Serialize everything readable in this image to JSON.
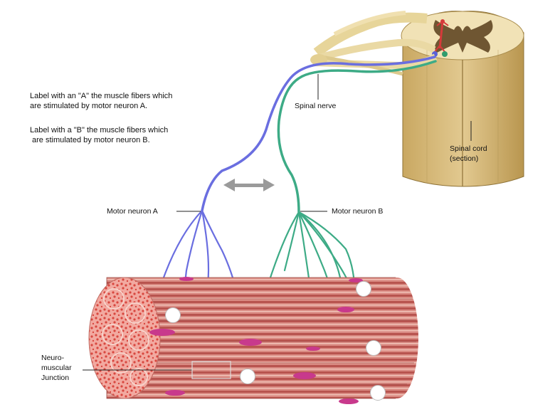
{
  "instructions": {
    "line_a1": "Label with an \"A\" the muscle fibers which",
    "line_a2": "are stimulated by motor neuron A.",
    "line_b1": "Label with a \"B\" the muscle fibers which",
    "line_b2": "are stimulated by motor neuron B."
  },
  "labels": {
    "spinal_nerve": "Spinal nerve",
    "spinal_cord_1": "Spinal cord",
    "spinal_cord_2": "(section)",
    "motor_neuron_a": "Motor neuron A",
    "motor_neuron_b": "Motor neuron B",
    "nmj_1": "Neuro-",
    "nmj_2": "muscular",
    "nmj_3": "Junction"
  },
  "colors": {
    "neuron_a": "#6a6ee0",
    "neuron_b": "#3dab86",
    "nerve": "#e7d59a",
    "cord": "#d2b774",
    "muscle": "#d07a74",
    "motor_end": "#c8398c"
  }
}
